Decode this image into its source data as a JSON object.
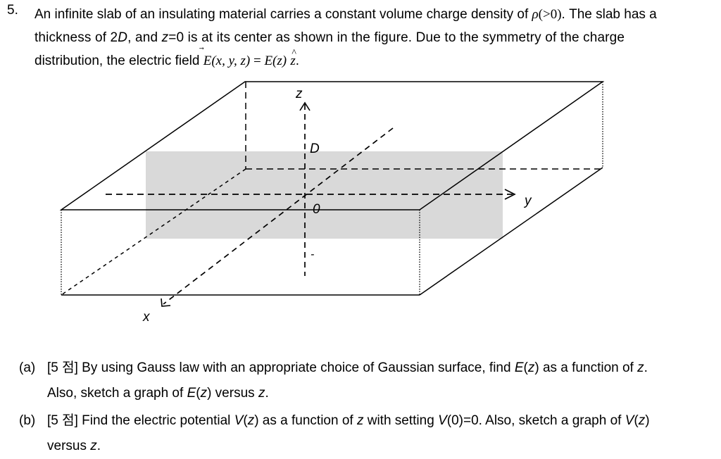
{
  "problem": {
    "number": "5.",
    "line1": "An infinite slab of an insulating material carries a constant volume charge density of",
    "rho": "ρ",
    "rho_cond": "(>0)",
    "line1_end": ". The slab has a",
    "line2_a": "thickness of 2",
    "line2_D": "D",
    "line2_b": ", and ",
    "line2_z": "z",
    "line2_c": "=0 is at its center as shown in the figure. Due to the symmetry of the charge",
    "line3_a": "distribution, the electric field ",
    "E_vec": "E",
    "E_args": "(x, y, z)",
    "equals": " = ",
    "E_z": "E(z)",
    "z_hat": "z",
    "period": "."
  },
  "figure": {
    "label_z": "z",
    "label_D": "D",
    "label_O": "0",
    "label_y": "y",
    "label_x": "x",
    "label_minus": "-"
  },
  "parts": {
    "a": {
      "tag": "(a)",
      "pts": "[5 점]",
      "t1": " By using Gauss law with an appropriate choice of Gaussian surface, find ",
      "t2": "E",
      "t3": "(",
      "t4": "z",
      "t5": ") as a function of ",
      "t6": "z",
      "t7": ".",
      "l2a": "Also, sketch a graph of ",
      "l2b": "E",
      "l2c": "(",
      "l2d": "z",
      "l2e": ") versus ",
      "l2f": "z",
      "l2g": "."
    },
    "b": {
      "tag": "(b)",
      "pts": "[5 점]",
      "t1": " Find the electric potential ",
      "t2": "V",
      "t3": "(",
      "t4": "z",
      "t5": ") as a function of ",
      "t6": "z",
      "t7": " with setting ",
      "t8": "V",
      "t9": "(0)=0. Also, sketch a graph of ",
      "t10": "V",
      "t11": "(",
      "t12": "z",
      "t13": ")",
      "l2a": "versus ",
      "l2b": "z",
      "l2c": "."
    }
  }
}
